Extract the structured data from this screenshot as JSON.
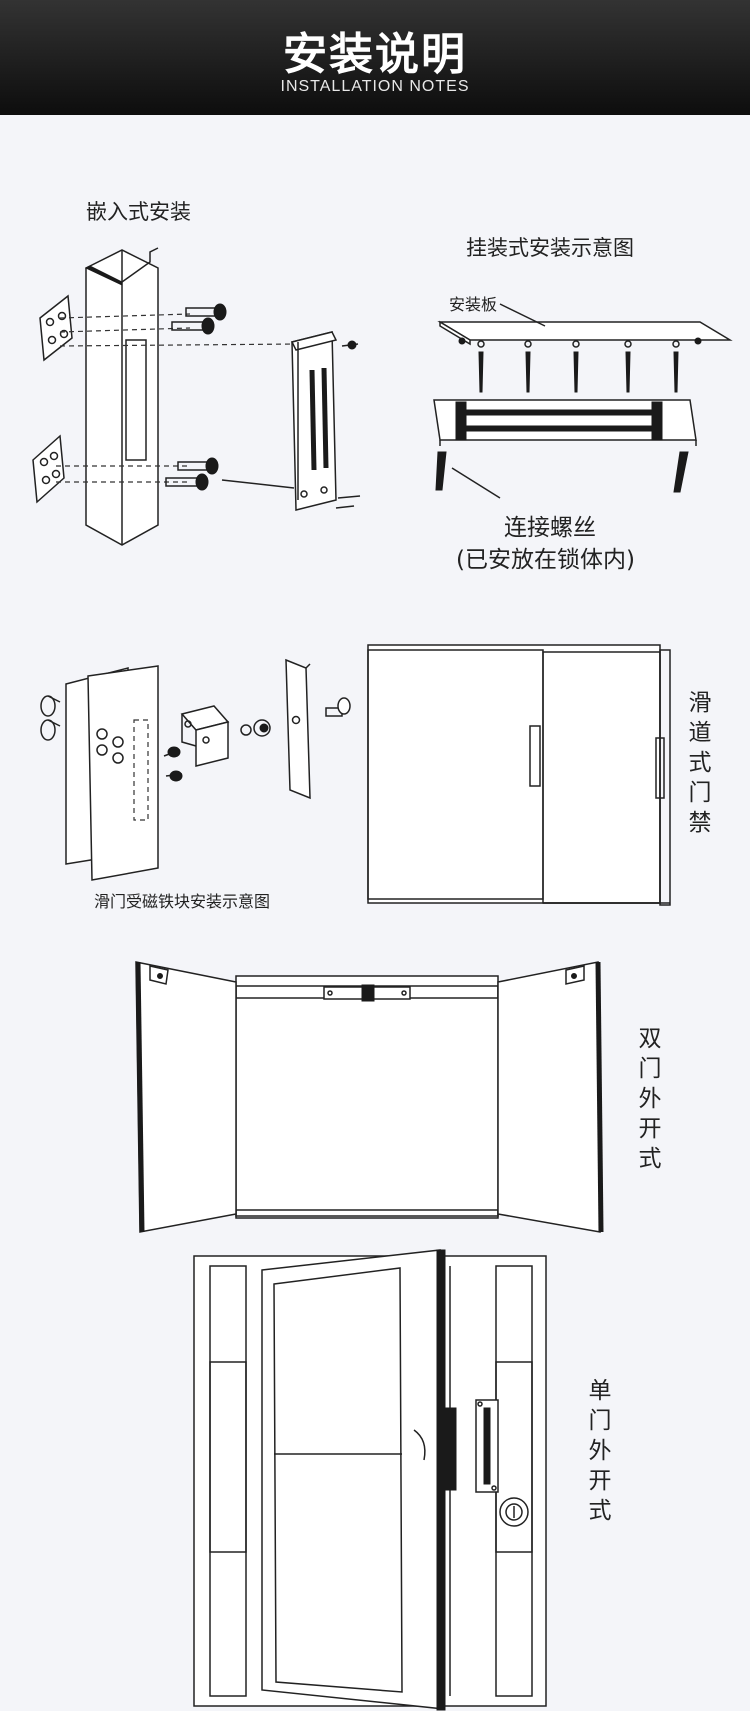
{
  "header": {
    "title": "安装说明",
    "subtitle": "INSTALLATION NOTES"
  },
  "labels": {
    "embedded_install": "嵌入式安装",
    "hanging_install_diagram": "挂装式安装示意图",
    "mounting_plate": "安装板",
    "connecting_screw_line1": "连接螺丝",
    "connecting_screw_line2": "(已安放在锁体内)",
    "sliding_door_armature_diagram": "滑门受磁铁块安装示意图",
    "sliding_door_access": "滑道式门禁",
    "double_door_outswing": "双门外开式",
    "single_door_outswing": "单门外开式"
  },
  "colors": {
    "header_bg": "#1a1a1a",
    "page_bg": "#f4f5f9",
    "line": "#222222"
  }
}
